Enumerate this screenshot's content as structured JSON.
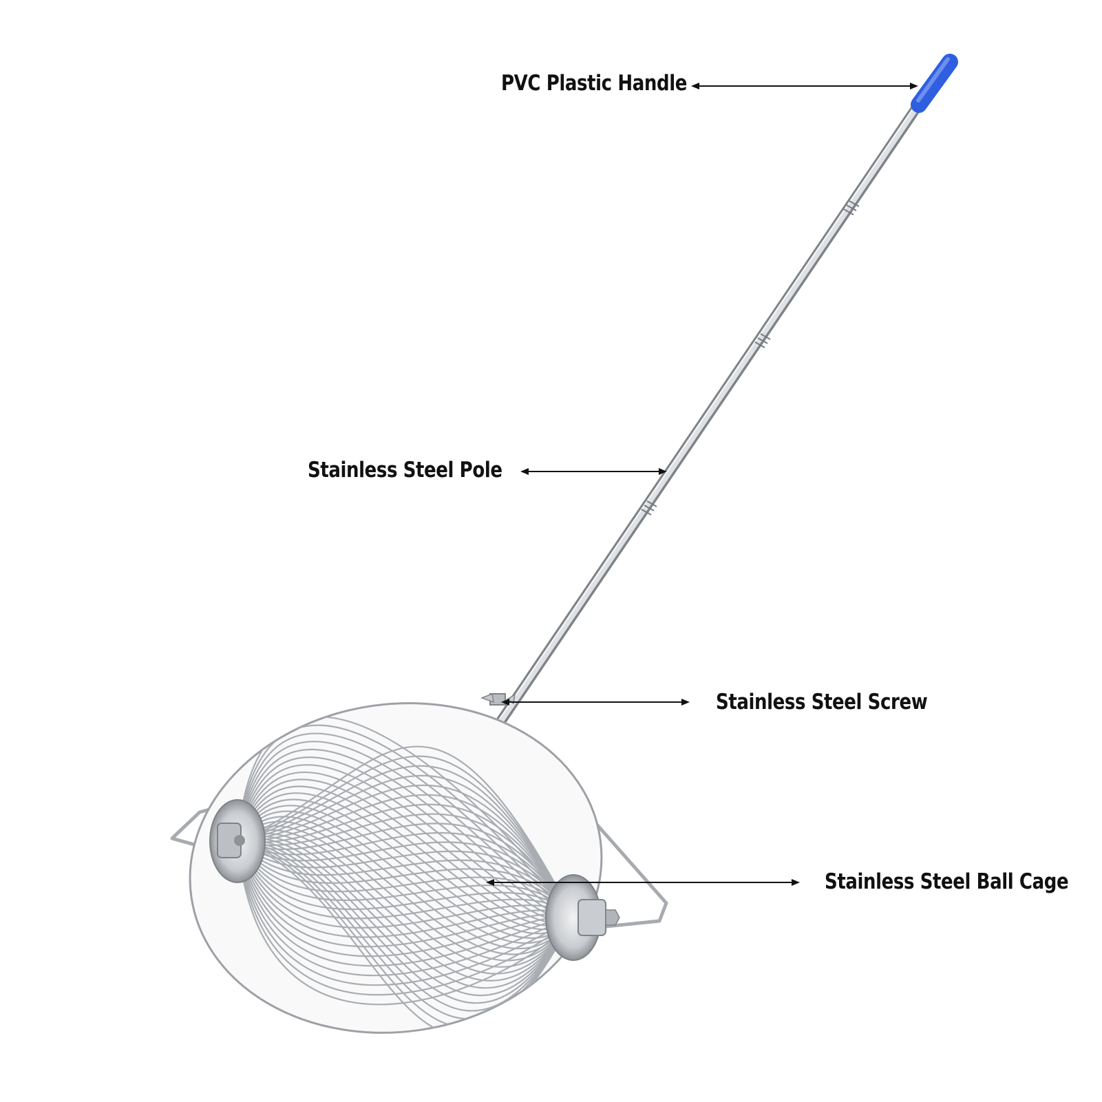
{
  "labels": {
    "handle": "PVC Plastic Handle",
    "pole": "Stainless Steel Pole",
    "screw": "Stainless Steel Screw",
    "cage": "Stainless Steel Ball Cage"
  },
  "colors": {
    "handle_blue": "#2f5fe0",
    "steel": "#b9bcc0",
    "arrow": "#111111",
    "background": "#ffffff"
  }
}
